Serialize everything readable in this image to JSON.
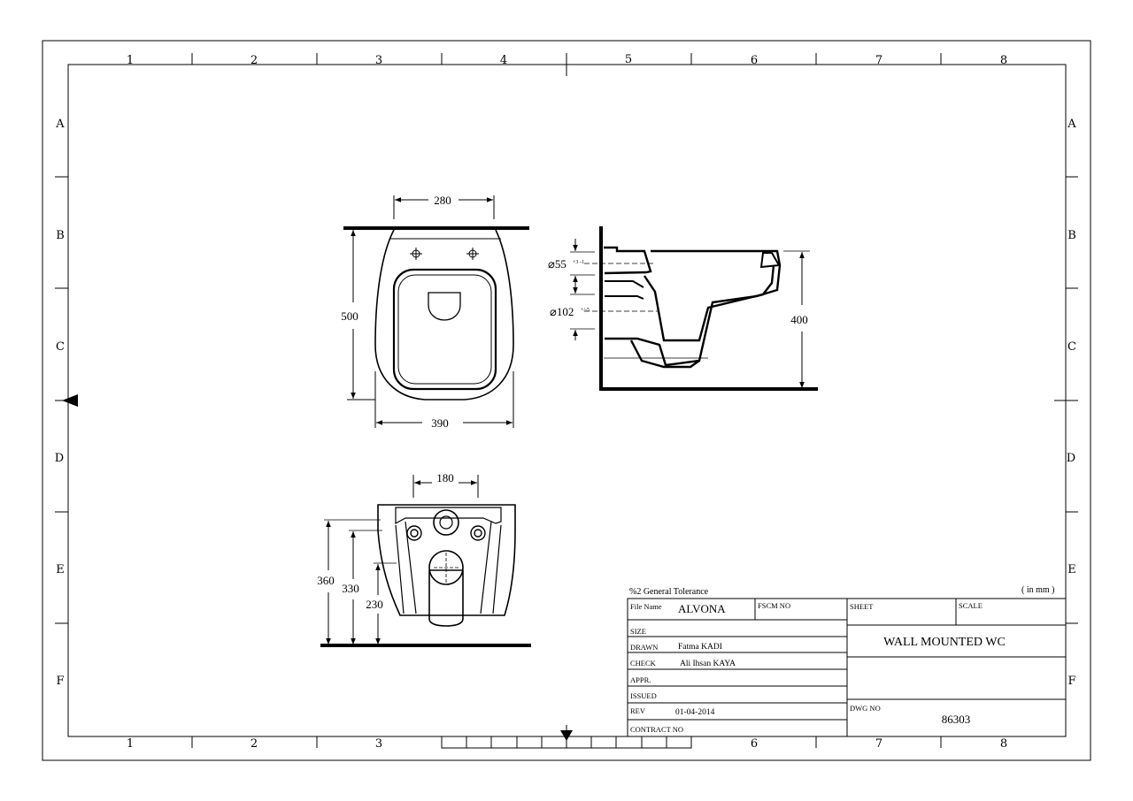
{
  "frame": {
    "columns": [
      "1",
      "2",
      "3",
      "4",
      "5",
      "6",
      "7",
      "8"
    ],
    "rows": [
      "A",
      "B",
      "C",
      "D",
      "E",
      "F"
    ]
  },
  "top_view": {
    "width_top": "280",
    "length": "500",
    "width_bottom": "390"
  },
  "side_view": {
    "inlet_diameter": "⌀55",
    "inlet_tolerance": "+3 -1",
    "outlet_diameter": "⌀102",
    "outlet_tolerance": "+/-5",
    "height": "400"
  },
  "rear_view": {
    "spacing": "180",
    "height_total": "360",
    "height_mid": "330",
    "height_low": "230"
  },
  "title_block": {
    "tolerance": "%2 General Tolerance",
    "unit": "( in mm )",
    "file_name_label": "File Name",
    "file_name": "ALVONA",
    "fscm_label": "FSCM NO",
    "sheet_label": "SHEET",
    "scale_label": "SCALE",
    "size_label": "SIZE",
    "drawn_label": "DRAWN",
    "drawn": "Fatma KADI",
    "check_label": "CHECK",
    "check": "Ali Ihsan KAYA",
    "appr_label": "APPR.",
    "issued_label": "ISSUED",
    "rev_label": "REV",
    "rev": "01-04-2014",
    "contract_label": "CONTRACT NO",
    "title": "WALL MOUNTED WC",
    "dwg_label": "DWG NO",
    "dwg_no": "86303"
  }
}
